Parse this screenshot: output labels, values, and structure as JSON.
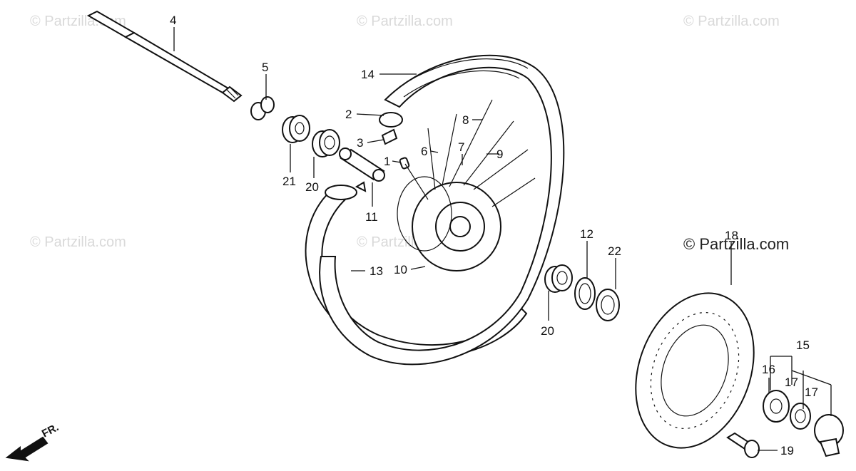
{
  "watermarks": {
    "faint": "© Partzilla.com",
    "main": "© Partzilla.com"
  },
  "direction": "FR.",
  "callouts": {
    "c1": "1",
    "c2": "2",
    "c3": "3",
    "c4": "4",
    "c5": "5",
    "c6": "6",
    "c7": "7",
    "c8": "8",
    "c9": "9",
    "c10": "10",
    "c11": "11",
    "c12": "12",
    "c13": "13",
    "c14": "14",
    "c15": "15",
    "c16": "16",
    "c17a": "17",
    "c17b": "17",
    "c18": "18",
    "c19": "19",
    "c20a": "20",
    "c20b": "20",
    "c21": "21",
    "c22": "22"
  },
  "colors": {
    "ink": "#111111",
    "watermark": "#d9d9d9"
  }
}
